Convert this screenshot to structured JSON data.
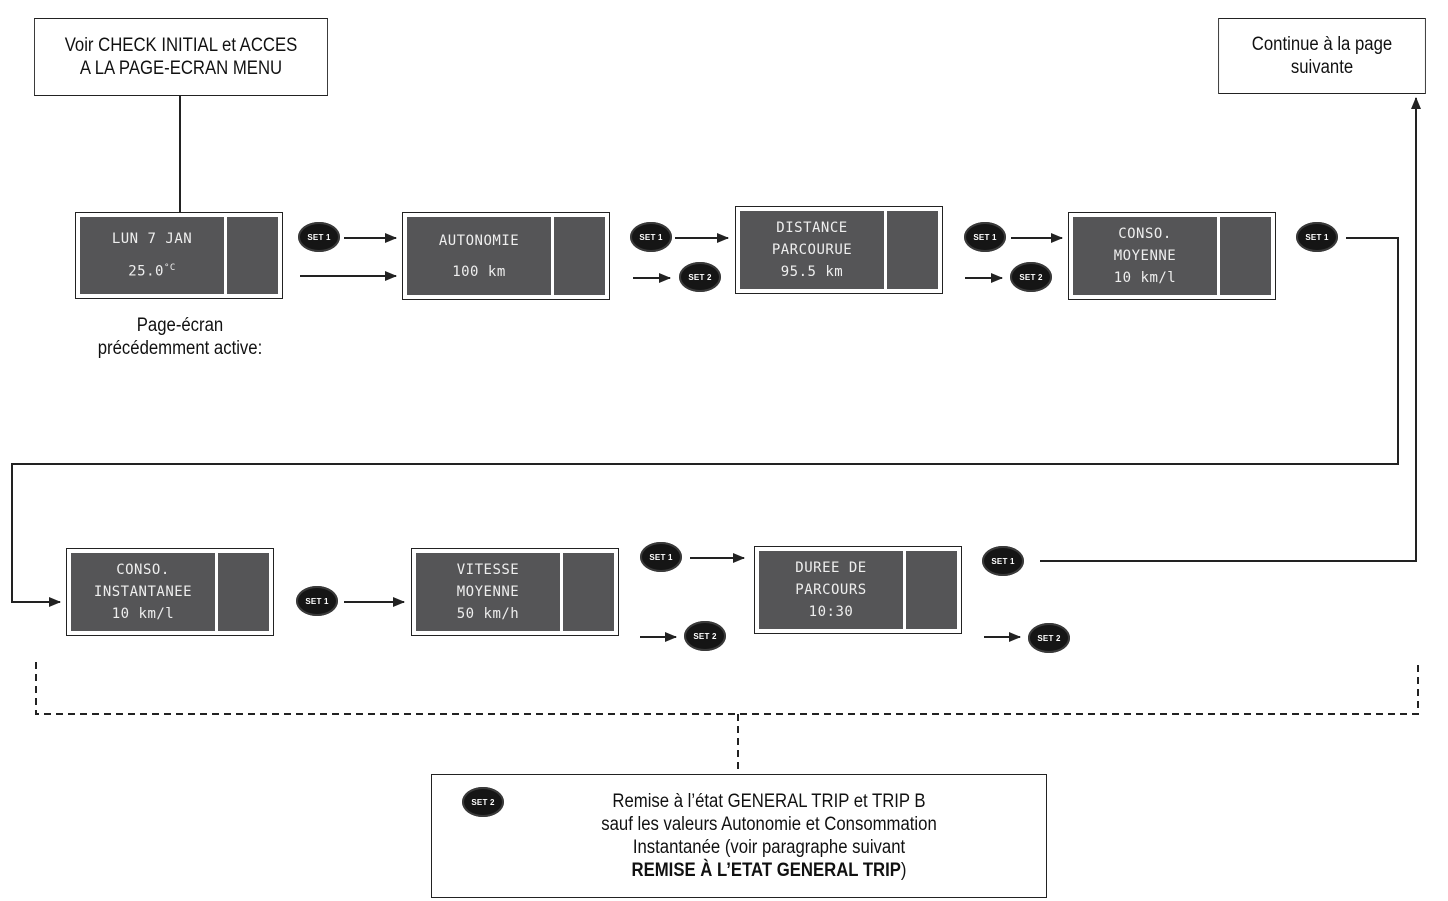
{
  "top_left_note": {
    "line1": "Voir CHECK INITIAL et ACCES",
    "line2": "A LA PAGE-ECRAN MENU"
  },
  "top_right_note": {
    "line1": "Continue à la page",
    "line2": "suivante"
  },
  "caption": {
    "line1": "Page-écran",
    "line2": "précédemment active:"
  },
  "button_labels": {
    "set1": "SET 1",
    "set2": "SET 2"
  },
  "screens": {
    "date": {
      "line1": "LUN 7 JAN",
      "temp_value": "25.0",
      "temp_unit": "°C"
    },
    "autonomie": {
      "line1": "AUTONOMIE",
      "line2": "100 km"
    },
    "distance": {
      "line1": "DISTANCE",
      "line2": "PARCOURUE",
      "line3": "95.5 km"
    },
    "conso_moyenne": {
      "line1": "CONSO.",
      "line2": "MOYENNE",
      "line3": "10 km/l"
    },
    "conso_instantanee": {
      "line1": "CONSO.",
      "line2": "INSTANTANEE",
      "line3": "10 km/l"
    },
    "vitesse": {
      "line1": "VITESSE",
      "line2": "MOYENNE",
      "line3": "50 km/h"
    },
    "duree": {
      "line1": "DUREE DE",
      "line2": "PARCOURS",
      "line3": "10:30"
    }
  },
  "bottom_note": {
    "line1": "Remise à l’état GENERAL TRIP et TRIP B",
    "line2": "sauf les valeurs Autonomie et Consommation",
    "line3": "Instantanée (voir paragraphe suivant",
    "line4_bold": "REMISE À L’ETAT GENERAL TRIP",
    "line4_end": ")"
  },
  "colors": {
    "lcd": "#555557",
    "lcd_text": "#eeeeee",
    "button": "#151515",
    "line": "#222222"
  }
}
